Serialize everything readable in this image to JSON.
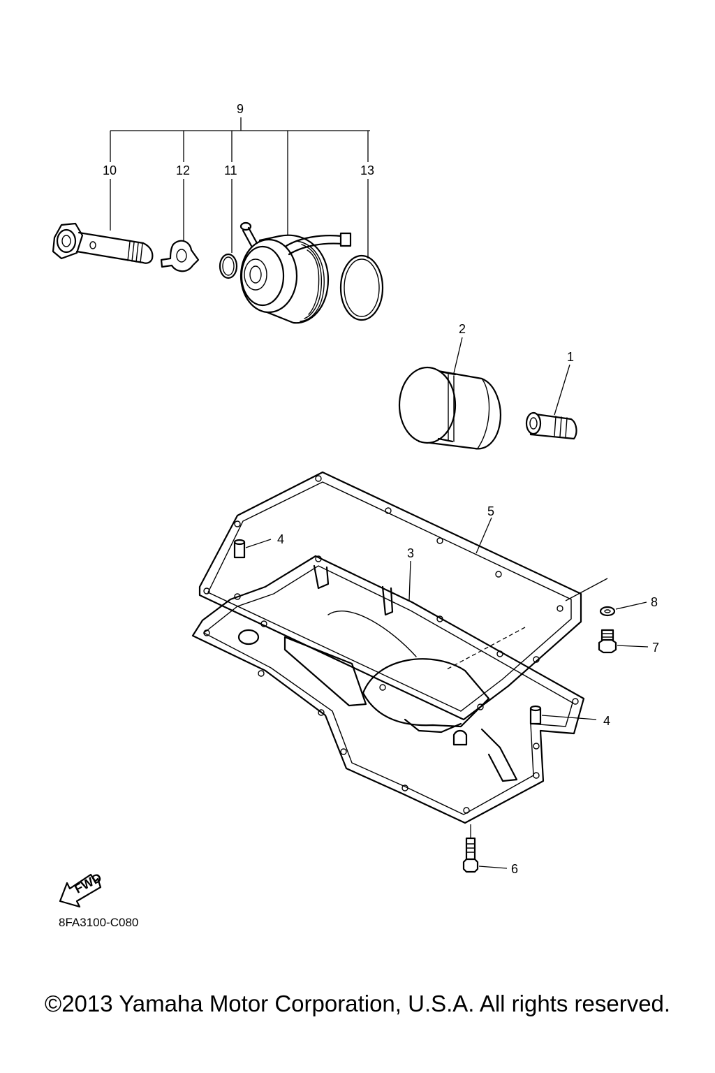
{
  "callouts": {
    "c1": "1",
    "c2": "2",
    "c3": "3",
    "c4a": "4",
    "c4b": "4",
    "c5": "5",
    "c6": "6",
    "c7": "7",
    "c8": "8",
    "c9": "9",
    "c10": "10",
    "c11": "11",
    "c12": "12",
    "c13": "13"
  },
  "fwd_label": "FWD",
  "diagram_code": "8FA3100-C080",
  "copyright": "©2013 Yamaha Motor Corporation, U.S.A. All rights reserved."
}
